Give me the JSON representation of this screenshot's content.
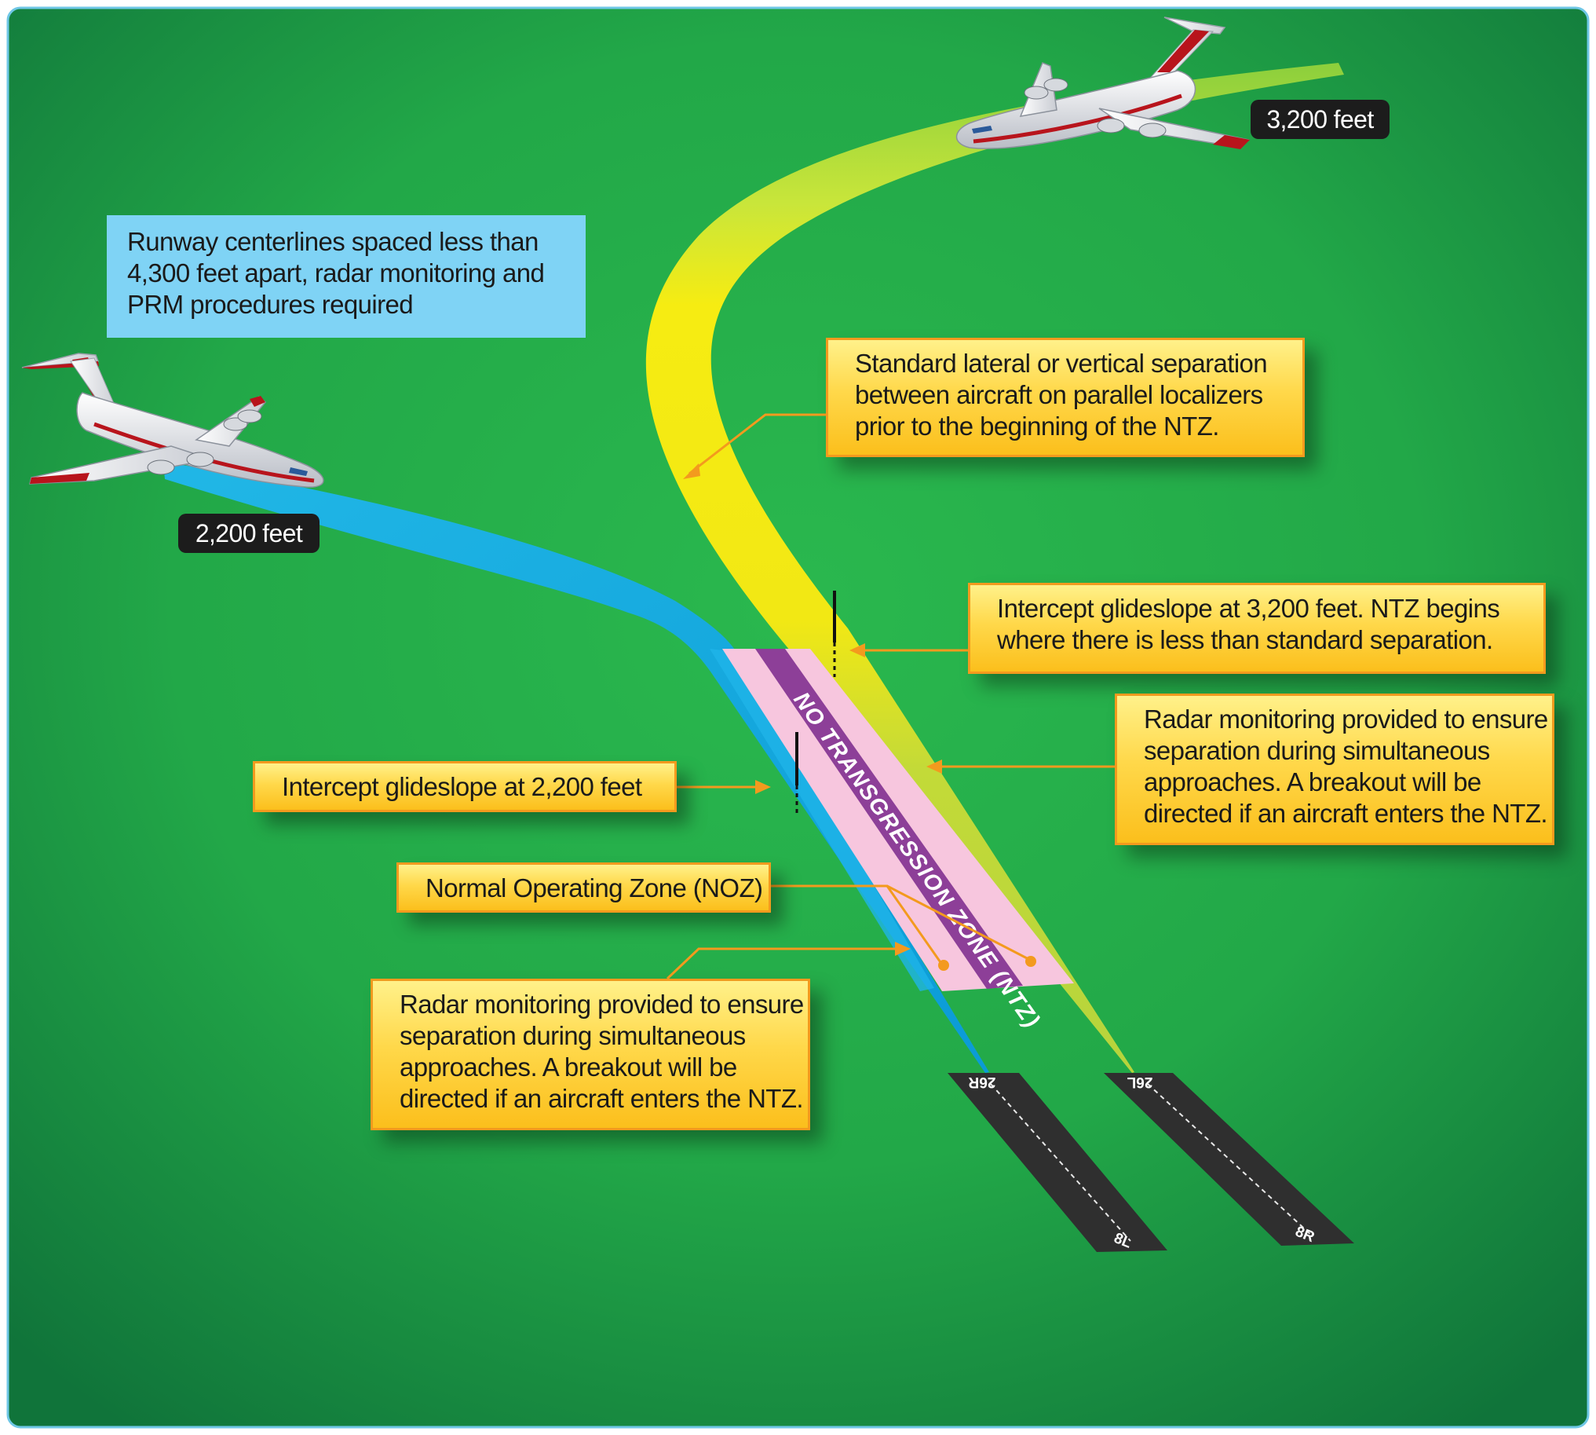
{
  "info_box": {
    "lines": [
      "Runway centerlines spaced less than",
      "4,300 feet apart, radar monitoring and",
      "PRM procedures required"
    ]
  },
  "altitude_labels": {
    "left": "2,200 feet",
    "right": "3,200 feet"
  },
  "callouts": {
    "standard_separation": [
      "Standard lateral or vertical separation",
      "between aircraft on parallel localizers",
      "prior to the beginning of the NTZ."
    ],
    "intercept_3200": [
      "Intercept glideslope at 3,200 feet.  NTZ begins",
      "where there is less than standard separation."
    ],
    "radar_right": [
      "Radar monitoring provided to ensure",
      "separation during simultaneous",
      "approaches.  A breakout will be",
      "directed if an aircraft enters the NTZ."
    ],
    "intercept_2200": [
      "Intercept glideslope at 2,200 feet"
    ],
    "noz": [
      "Normal Operating Zone (NOZ)"
    ],
    "radar_left": [
      "Radar monitoring provided to ensure",
      "separation during simultaneous",
      "approaches.  A breakout will be",
      "directed if an aircraft enters the NTZ."
    ]
  },
  "ntz_label": "NO TRANSGRESSION ZONE (NTZ)",
  "runways": {
    "left": {
      "near": "26R",
      "far": "8L"
    },
    "right": {
      "near": "26L",
      "far": "8R"
    }
  },
  "colors": {
    "background": "#1d9a44",
    "left_path": "#0aa7dc",
    "right_path": "#f7ec12",
    "ntz": "#8d3f98",
    "noz": "#f7c6de",
    "callout_border": "#f39a1e",
    "runway": "#2f2f2f"
  }
}
